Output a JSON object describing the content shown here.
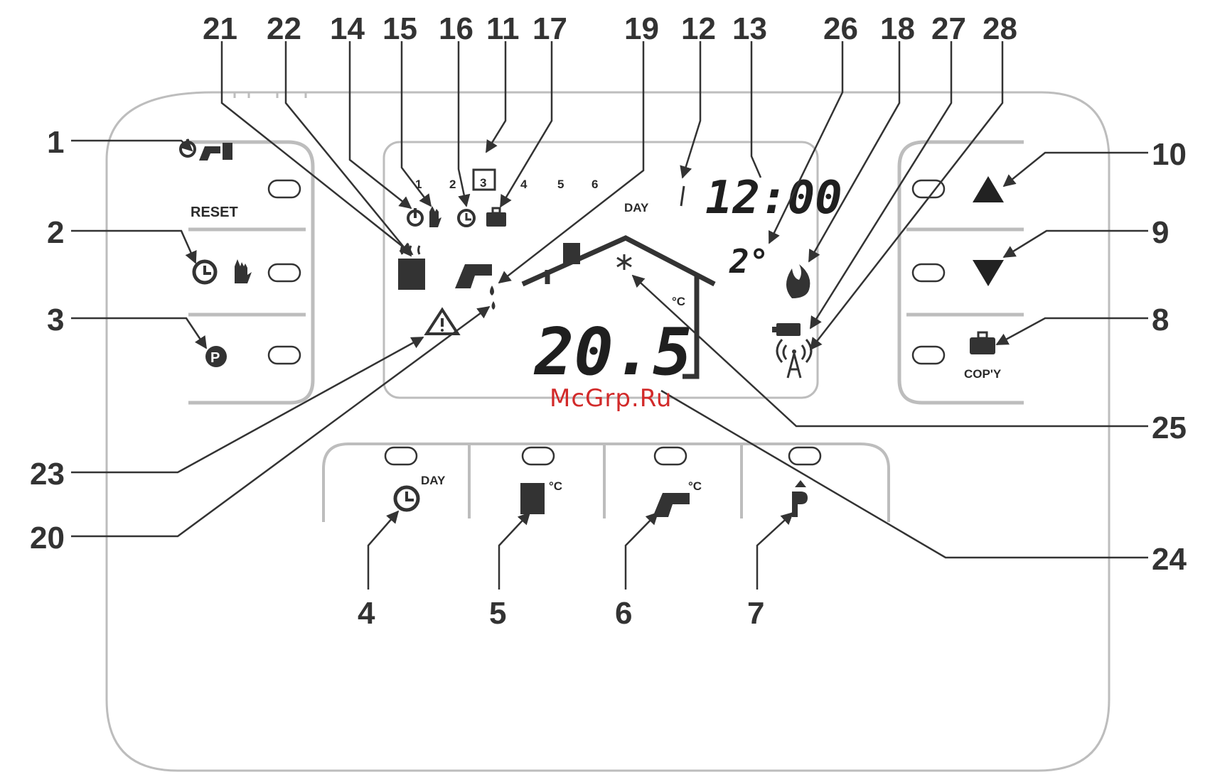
{
  "colors": {
    "line": "#333333",
    "body": "#bdbdbd",
    "watermark": "#d22a2a"
  },
  "device": {
    "left_panel": {
      "reset_label": "RESET",
      "buttons": [
        {
          "icons": [
            "standby-icon",
            "tap-icon",
            "radiator-icon"
          ]
        },
        {
          "icons": [
            "clock-icon",
            "hand-icon"
          ]
        },
        {
          "icons": [
            "p-circle-icon"
          ]
        }
      ]
    },
    "right_panel": {
      "copy_label": "COP'Y",
      "buttons": [
        {
          "icons": [
            "up-triangle-icon"
          ]
        },
        {
          "icons": [
            "down-triangle-icon"
          ]
        },
        {
          "icons": [
            "briefcase-icon"
          ]
        }
      ]
    },
    "bottom_buttons": [
      {
        "icon": "clock-icon",
        "label": "DAY"
      },
      {
        "icon": "radiator-icon",
        "label": "°C"
      },
      {
        "icon": "tap-icon",
        "label": "°C"
      },
      {
        "icon": "p-icon",
        "label": ""
      }
    ],
    "display": {
      "days": [
        "1",
        "2",
        "3",
        "4",
        "5",
        "6"
      ],
      "active_day": "3",
      "day_label": "DAY",
      "time": "12:00",
      "temperature": "20.5",
      "outside_temp": "2°",
      "house_unit": "°C"
    }
  },
  "callouts": {
    "top": [
      "21",
      "22",
      "14",
      "15",
      "16",
      "11",
      "17",
      "19",
      "12",
      "13",
      "26",
      "18",
      "27",
      "28"
    ],
    "left": [
      "1",
      "2",
      "3",
      "23",
      "20"
    ],
    "right": [
      "10",
      "9",
      "8",
      "25",
      "24"
    ],
    "bottom": [
      "4",
      "5",
      "6",
      "7"
    ]
  },
  "watermark": "McGrp.Ru"
}
